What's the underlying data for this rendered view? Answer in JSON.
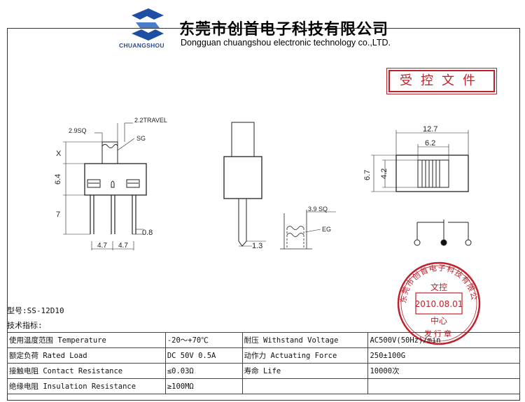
{
  "header": {
    "company_cn": "东莞市创首电子科技有限公司",
    "company_en": "Dongguan chuangshou electronic technology co.,LTD.",
    "brand": "CHUANGSHOU"
  },
  "stamp_box": {
    "label": "受控文件"
  },
  "drawing": {
    "dims": {
      "sq_2_9": "2.9SQ",
      "travel": "2.2TRAVEL",
      "sg": "SG",
      "x": "X",
      "d_6_4": "6.4",
      "d_7": "7",
      "d_0_8": "0.8",
      "d_4_7a": "4.7",
      "d_4_7b": "4.7",
      "d_1_3": "1.3",
      "sq_3_9": "3.9 SQ",
      "eg": "EG",
      "d_12_7": "12.7",
      "d_6_2": "6.2",
      "d_6_7": "6.7",
      "d_4_2": "4.2"
    }
  },
  "seal": {
    "ring_text": "东莞市创首电子科技有限公司",
    "line1": "文控",
    "date": "2010.08.01",
    "line3": "中心",
    "bottom": "发行章"
  },
  "model_line": "型号:SS-12D10",
  "spec_title": "技术指标:",
  "specs": {
    "rows": [
      [
        "使用温度范围 Temperature",
        "-20～+70℃",
        "耐压 Withstand Voltage",
        "AC500V(50Hz)/min"
      ],
      [
        "额定负荷 Rated Load",
        "DC 50V 0.5A",
        "动作力 Actuating Force",
        "250±100G"
      ],
      [
        "接触电阻 Contact Resistance",
        "≤0.03Ω",
        "寿命 Life",
        "10000次"
      ],
      [
        "绝缘电阻 Insulation Resistance",
        "≥100MΩ",
        "",
        ""
      ]
    ]
  },
  "colors": {
    "seal_red": "#c0202a",
    "logo_blue": "#1e4fa3"
  }
}
